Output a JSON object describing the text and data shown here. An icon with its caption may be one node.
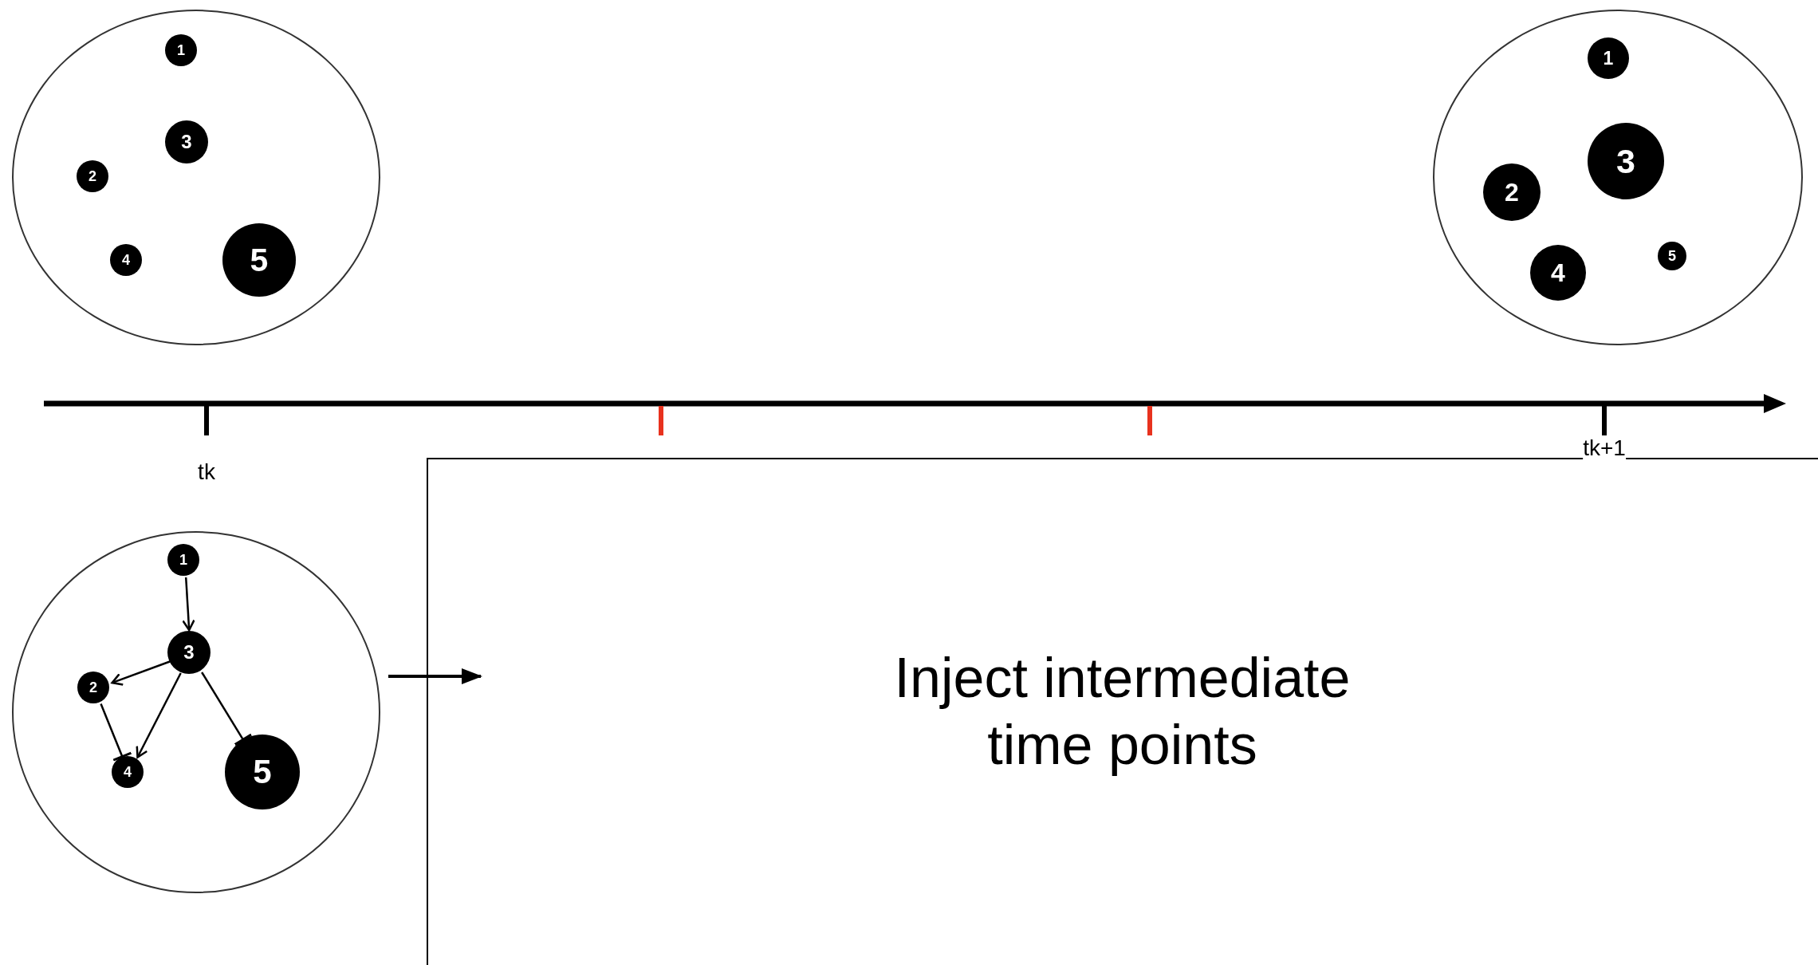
{
  "diagram": {
    "nodes": [
      {
        "text": [],
        "shape": "circle"
      },
      {
        "text": [
          "1"
        ],
        "in": 0
      },
      {
        "text": [
          "3"
        ],
        "in": 0
      },
      {
        "text": [
          "2"
        ],
        "in": 0
      },
      {
        "text": [
          "4"
        ],
        "in": 0
      },
      {
        "text": [
          "5"
        ],
        "in": 0
      },
      {
        "text": [],
        "shape": "circle"
      },
      {
        "text": [
          "1"
        ],
        "in": 6
      },
      {
        "text": [
          "3"
        ],
        "in": 6
      },
      {
        "text": [
          "2"
        ],
        "in": 6
      },
      {
        "text": [
          "4"
        ],
        "in": 6
      },
      {
        "text": [
          "5"
        ],
        "in": 6
      },
      {
        "text": [],
        "shape": "circle"
      },
      {
        "text": [
          "1"
        ],
        "in": 12
      },
      {
        "text": [
          "3"
        ],
        "in": 12
      },
      {
        "text": [
          "2"
        ],
        "in": 12
      },
      {
        "text": [
          "4"
        ],
        "in": 12
      },
      {
        "text": [
          "5"
        ],
        "in": 12
      },
      {
        "text": [
          "Inject intermediate time points"
        ]
      }
    ],
    "edges": [
      {
        "from": 13,
        "to": 14,
        "arrow": "to"
      },
      {
        "from": 14,
        "to": 15,
        "arrow": "to"
      },
      {
        "from": 14,
        "to": 16,
        "arrow": "to"
      },
      {
        "from": 15,
        "to": 16,
        "arrow": "other"
      },
      {
        "from": 14,
        "to": 17,
        "arrow": "other"
      },
      {
        "from": 12,
        "to": 18,
        "arrow": "to"
      }
    ],
    "labels": [
      "tk",
      "tk+1"
    ]
  }
}
